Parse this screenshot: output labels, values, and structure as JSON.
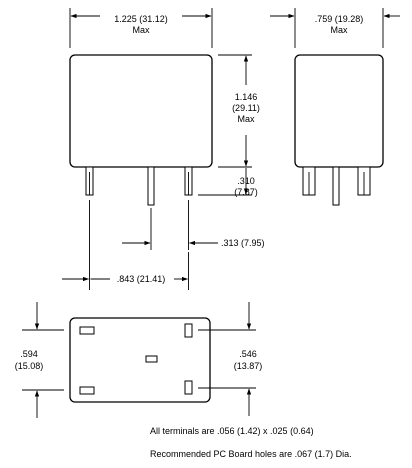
{
  "dimensions": {
    "front_width": {
      "value": "1.225  (31.12)",
      "unit_note": "Max"
    },
    "side_width": {
      "value": ".759  (19.28)",
      "unit_note": "Max"
    },
    "body_height": {
      "line1": "1.146",
      "line2": "(29.11)",
      "line3": "Max"
    },
    "pin_length": {
      "line1": ".310",
      "line2": "(7.87)"
    },
    "pin_spacing_small": ".313  (7.95)",
    "pin_spacing_large": ".843  (21.41)",
    "footprint_height": {
      "line1": ".594",
      "line2": "(15.08)"
    },
    "footprint_pin_row": {
      "line1": ".546",
      "line2": "(13.87)"
    }
  },
  "notes": {
    "terminals": "All terminals  are  .056  (1.42)  x  .025  (0.64)",
    "holes": "Recommended   PC Board holes  are  .067  (1.7)  Dia."
  }
}
